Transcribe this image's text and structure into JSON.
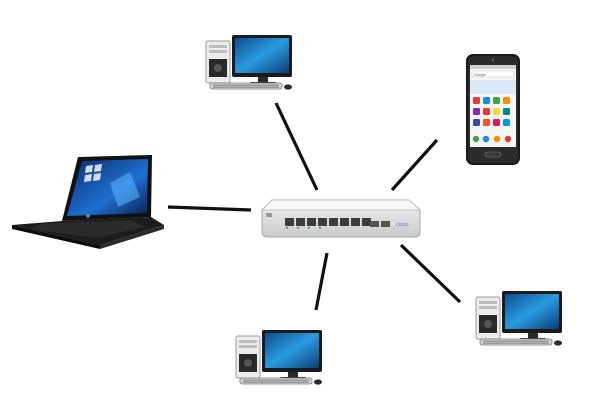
{
  "diagram": {
    "nodes": [
      {
        "id": "switch",
        "kind": "network-switch",
        "brand_text": "cisco"
      },
      {
        "id": "desktop-top",
        "kind": "desktop-computer"
      },
      {
        "id": "smartphone",
        "kind": "smartphone",
        "search_text": "Google"
      },
      {
        "id": "laptop",
        "kind": "laptop"
      },
      {
        "id": "desktop-bottom-center",
        "kind": "desktop-computer"
      },
      {
        "id": "desktop-bottom-right",
        "kind": "desktop-computer"
      }
    ],
    "links": [
      {
        "from": "desktop-top",
        "to": "switch"
      },
      {
        "from": "smartphone",
        "to": "switch"
      },
      {
        "from": "laptop",
        "to": "switch"
      },
      {
        "from": "desktop-bottom-center",
        "to": "switch"
      },
      {
        "from": "desktop-bottom-right",
        "to": "switch"
      }
    ],
    "colors": {
      "link": "#111111",
      "screen_blue": "#1e7fc8",
      "switch_body": "#dcdcdc",
      "case_gray": "#e6e6e6",
      "device_black": "#1a1a1a"
    }
  }
}
